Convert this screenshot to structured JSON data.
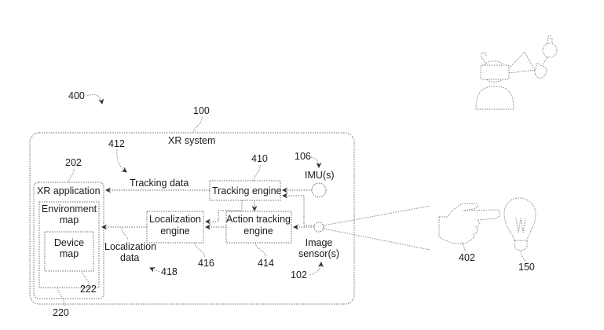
{
  "figure": {
    "number": "400",
    "system": {
      "ref": "100",
      "label": "XR system"
    },
    "xr_application": {
      "ref": "202",
      "label": "XR application"
    },
    "environment_map": {
      "ref": "220",
      "label_line1": "Environment",
      "label_line2": "map"
    },
    "device_map": {
      "ref": "222",
      "label_line1": "Device",
      "label_line2": "map"
    },
    "tracking_engine": {
      "ref": "410",
      "label": "Tracking engine"
    },
    "action_tracking_engine": {
      "ref": "414",
      "label_line1": "Action tracking",
      "label_line2": "engine"
    },
    "localization_engine": {
      "ref": "416",
      "label_line1": "Localization",
      "label_line2": "engine"
    },
    "tracking_data": {
      "ref": "412",
      "label": "Tracking data"
    },
    "localization_data": {
      "ref": "418",
      "label_line1": "Localization",
      "label_line2": "data"
    },
    "imu": {
      "ref": "106",
      "label": "IMU(s)"
    },
    "image_sensor": {
      "ref": "102",
      "label_line1": "Image",
      "label_line2": "sensor(s)"
    },
    "hand": {
      "ref": "402",
      "icon": "pointing-hand-icon"
    },
    "light_bulb": {
      "ref": "150",
      "icon": "light-bulb-icon"
    },
    "thumbnail": {
      "icon": "user-with-headset-pointing-at-bulb-icon"
    }
  }
}
